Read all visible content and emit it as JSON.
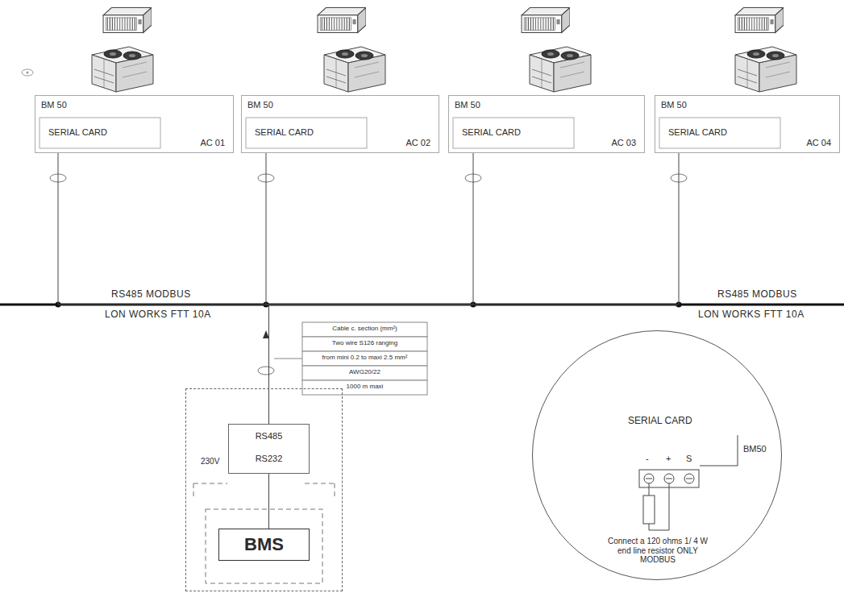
{
  "diagram": {
    "nodes": [
      {
        "text": [
          "BM 50",
          "SERIAL CARD",
          "AC 01"
        ]
      },
      {
        "text": [
          "BM 50",
          "SERIAL CARD",
          "AC 02"
        ]
      },
      {
        "text": [
          "BM 50",
          "SERIAL CARD",
          "AC 03"
        ]
      },
      {
        "text": [
          "BM 50",
          "SERIAL CARD",
          "AC 04"
        ]
      },
      {
        "text": [
          "230V"
        ]
      },
      {
        "text": [
          "RS485",
          "RS232"
        ],
        "in": 4
      },
      {
        "text": [
          "BMS"
        ],
        "in": 4
      },
      {
        "text": [
          "SERIAL CARD",
          "Connect a 120 ohms 1/ 4 W end line resistor ONLY MODBUS"
        ]
      }
    ],
    "edges": [
      {
        "from": 0,
        "to": 5,
        "arrow": "none"
      },
      {
        "from": 1,
        "to": 5,
        "arrow": "none"
      },
      {
        "from": 2,
        "to": 5,
        "arrow": "none"
      },
      {
        "from": 3,
        "to": 5,
        "arrow": "none"
      },
      {
        "from": 5,
        "to": 6,
        "arrow": "none"
      }
    ],
    "labels": [
      "RS485 MODBUS",
      "LON WORKS FTT 10A",
      "RS485 MODBUS",
      "LON WORKS FTT 10A",
      "Cable c. section (mm²)",
      "Two wire S126 ranging",
      "from mini 0.2 to maxi 2.5 mm²",
      "AWG20/22",
      "1000 m maxi",
      "-",
      "+",
      "S",
      "BM50"
    ]
  }
}
